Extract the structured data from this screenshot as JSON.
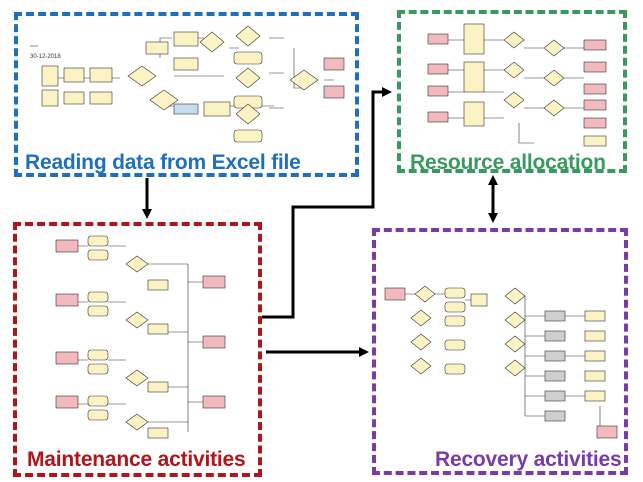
{
  "colors": {
    "excel": "#1f6fbf",
    "resource": "#3a9a5e",
    "maintenance": "#b3141a",
    "recovery": "#7a3aa8",
    "arrow": "#000000",
    "box_pink": "#f2b9be",
    "box_yellow": "#fbf3c4",
    "box_gray": "#cfcfcf",
    "box_blue": "#c9dcef"
  },
  "panels": {
    "excel": {
      "title": "Reading data from Excel file",
      "date_label": "30-12-2018"
    },
    "resource": {
      "title": "Resource allocation"
    },
    "maintenance": {
      "title": "Maintenance activities"
    },
    "recovery": {
      "title": "Recovery activities"
    }
  }
}
